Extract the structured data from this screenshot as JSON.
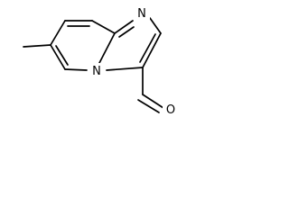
{
  "molecule": {
    "atoms": {
      "n_imidazole": "N",
      "n_bridgehead": "N",
      "o_carbonyl": "O"
    }
  },
  "colors": {
    "bond": "#000000",
    "label": "#000000",
    "background": "#ffffff"
  }
}
